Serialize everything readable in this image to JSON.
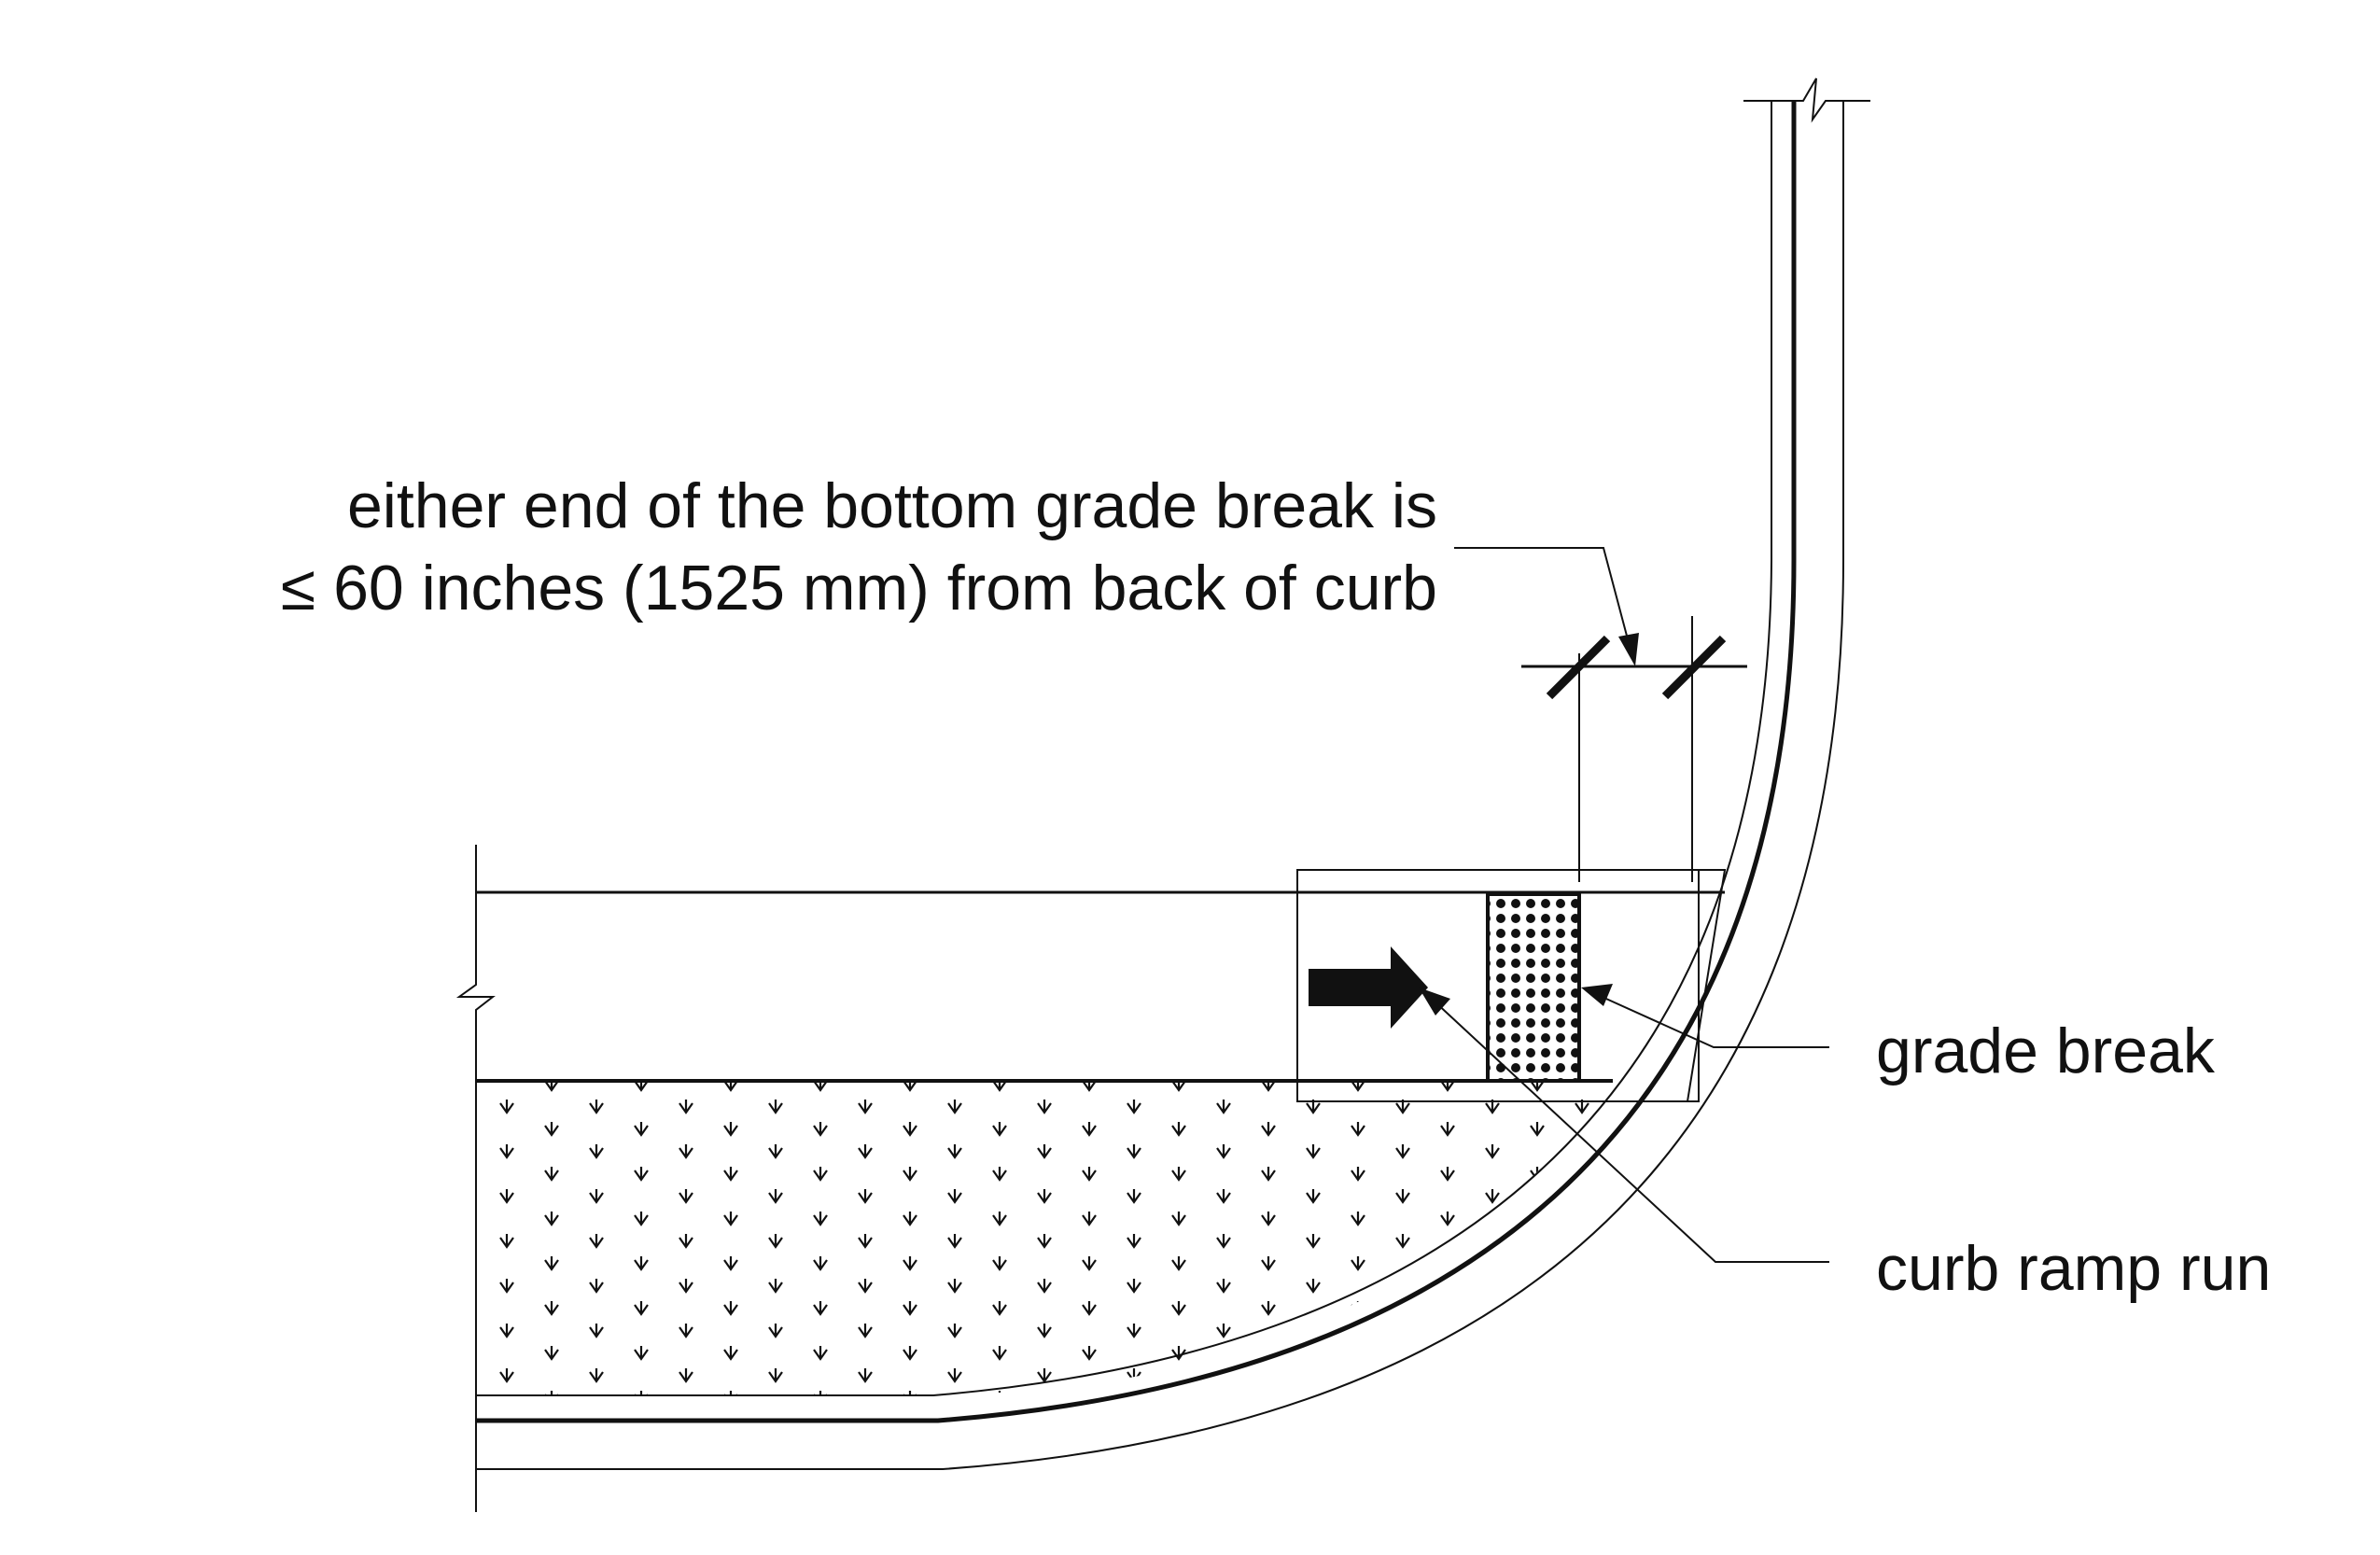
{
  "annotation": {
    "line1": "either end of the bottom grade break is",
    "line2": "≤ 60 inches (1525 mm) from back of curb"
  },
  "labels": {
    "grade_break": "grade break",
    "curb_ramp_run": "curb ramp run"
  },
  "colors": {
    "line": "#111111",
    "background": "#ffffff"
  }
}
